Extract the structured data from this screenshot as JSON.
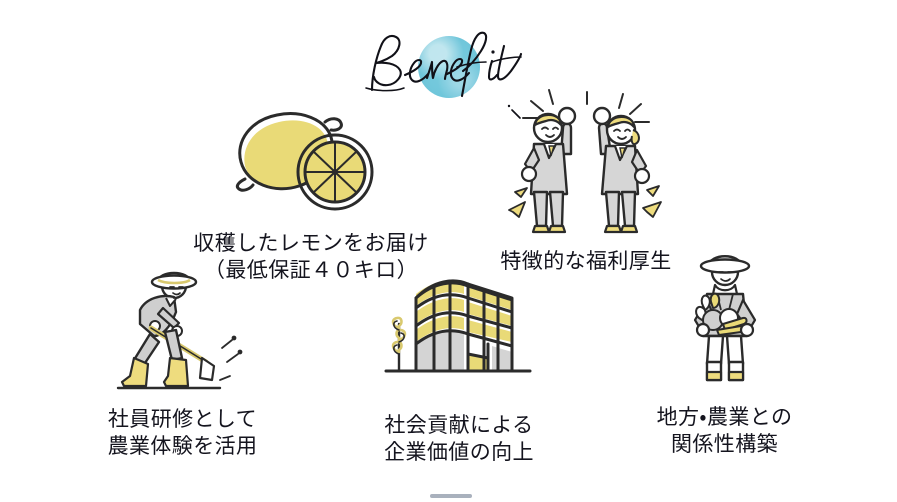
{
  "page": {
    "background_color": "#ffffff",
    "text_color": "#14141e"
  },
  "heading": {
    "title": "Benefit",
    "style": "handwritten-script",
    "blob": {
      "shape": "circle",
      "color": "#6cc5da",
      "name": "watercolor-circle"
    }
  },
  "palette": {
    "accent_blue": "#6cc5da",
    "accent_yellow": "#e8d772",
    "line": "#2b2b2b",
    "gray_fill": "#d4d4d4",
    "text": "#14141e"
  },
  "items": [
    {
      "id": "lemon",
      "icon": "lemon-illustration",
      "lines": [
        "収穫したレモンをお届け",
        "（最低保証４０キロ）"
      ]
    },
    {
      "id": "welfare",
      "icon": "cheering-employees-illustration",
      "lines": [
        "特徴的な福利厚生"
      ]
    },
    {
      "id": "training",
      "icon": "farmer-hoeing-illustration",
      "lines": [
        "社員研修として",
        "農業体験を活用"
      ]
    },
    {
      "id": "contribution",
      "icon": "office-building-illustration",
      "lines": [
        "社会貢献による",
        "企業価値の向上"
      ]
    },
    {
      "id": "relationship",
      "icon": "farmer-with-vegetables-illustration",
      "lines": [
        "地方・農業との",
        "関係性構築"
      ]
    }
  ],
  "footer": {
    "marker": "scroll-indicator-bar",
    "color": "#9aa3b2"
  }
}
